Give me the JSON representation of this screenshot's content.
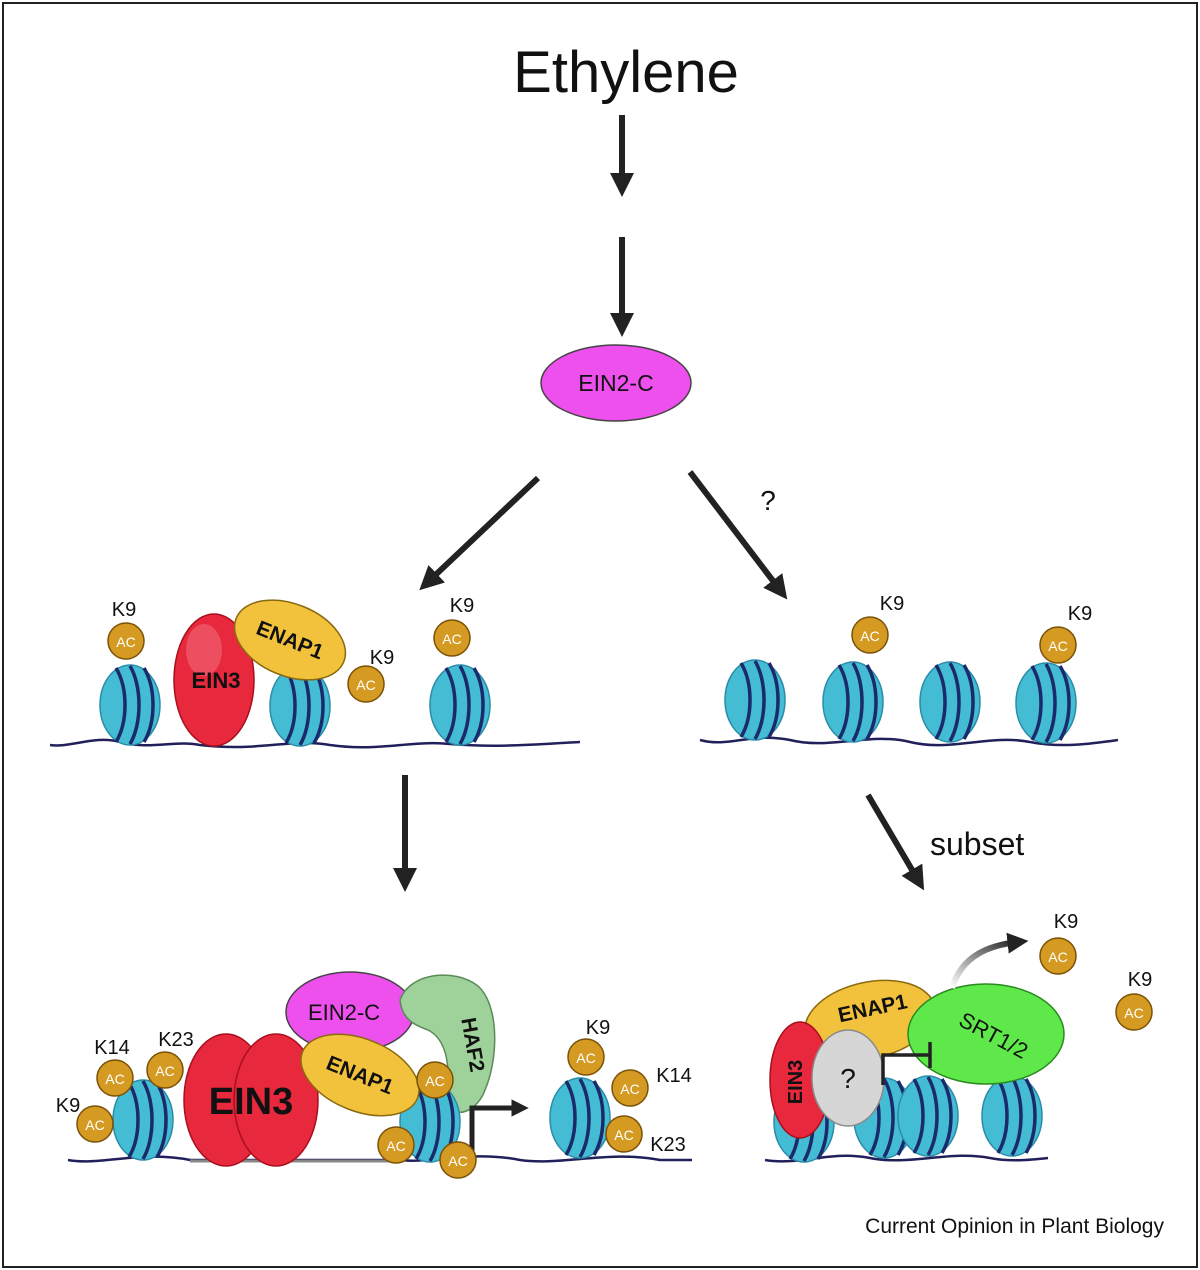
{
  "title": "Ethylene",
  "ein2c": "EIN2-C",
  "question": "?",
  "subset": "subset",
  "ein3": "EIN3",
  "enap1": "ENAP1",
  "haf2": "HAF2",
  "srt": "SRT1/2",
  "ac": "AC",
  "k9": "K9",
  "k14": "K14",
  "k23": "K23",
  "credit": "Current Opinion in Plant Biology",
  "colors": {
    "ein2c": "#ee50ee",
    "ein3": "#e8283c",
    "enap1": "#f2c23c",
    "haf2": "#9ed29a",
    "srt": "#5ee84a",
    "nucleosome": "#44bcd4",
    "acetyl": "#d59a22",
    "unknown": "#d6d6d6",
    "dna": "#22205a"
  }
}
